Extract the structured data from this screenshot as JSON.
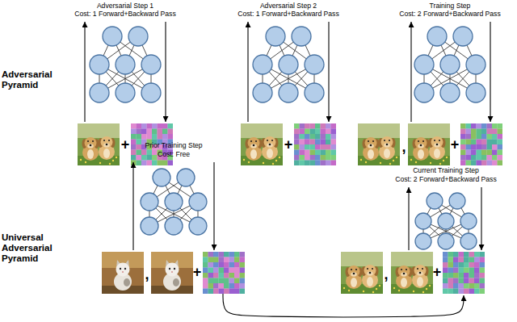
{
  "diagram": {
    "labels": [
      "Adversarial Pyramid",
      "Universal Adversarial Pyramid",
      "Adversarial Step 1",
      "Cost: 1 Forward+Backward Pass",
      "Adversarial Step 2",
      "Cost: 1 Forward+Backward Pass",
      "Training Step",
      "Cost: 2 Forward+Backward Pass",
      "Prior Training Step",
      "Cost: Free",
      "Current Training Step",
      "Cost: 2 Forward+Backward Pass",
      "+",
      "+",
      "+",
      "+",
      "+",
      ",",
      ",",
      ","
    ]
  }
}
